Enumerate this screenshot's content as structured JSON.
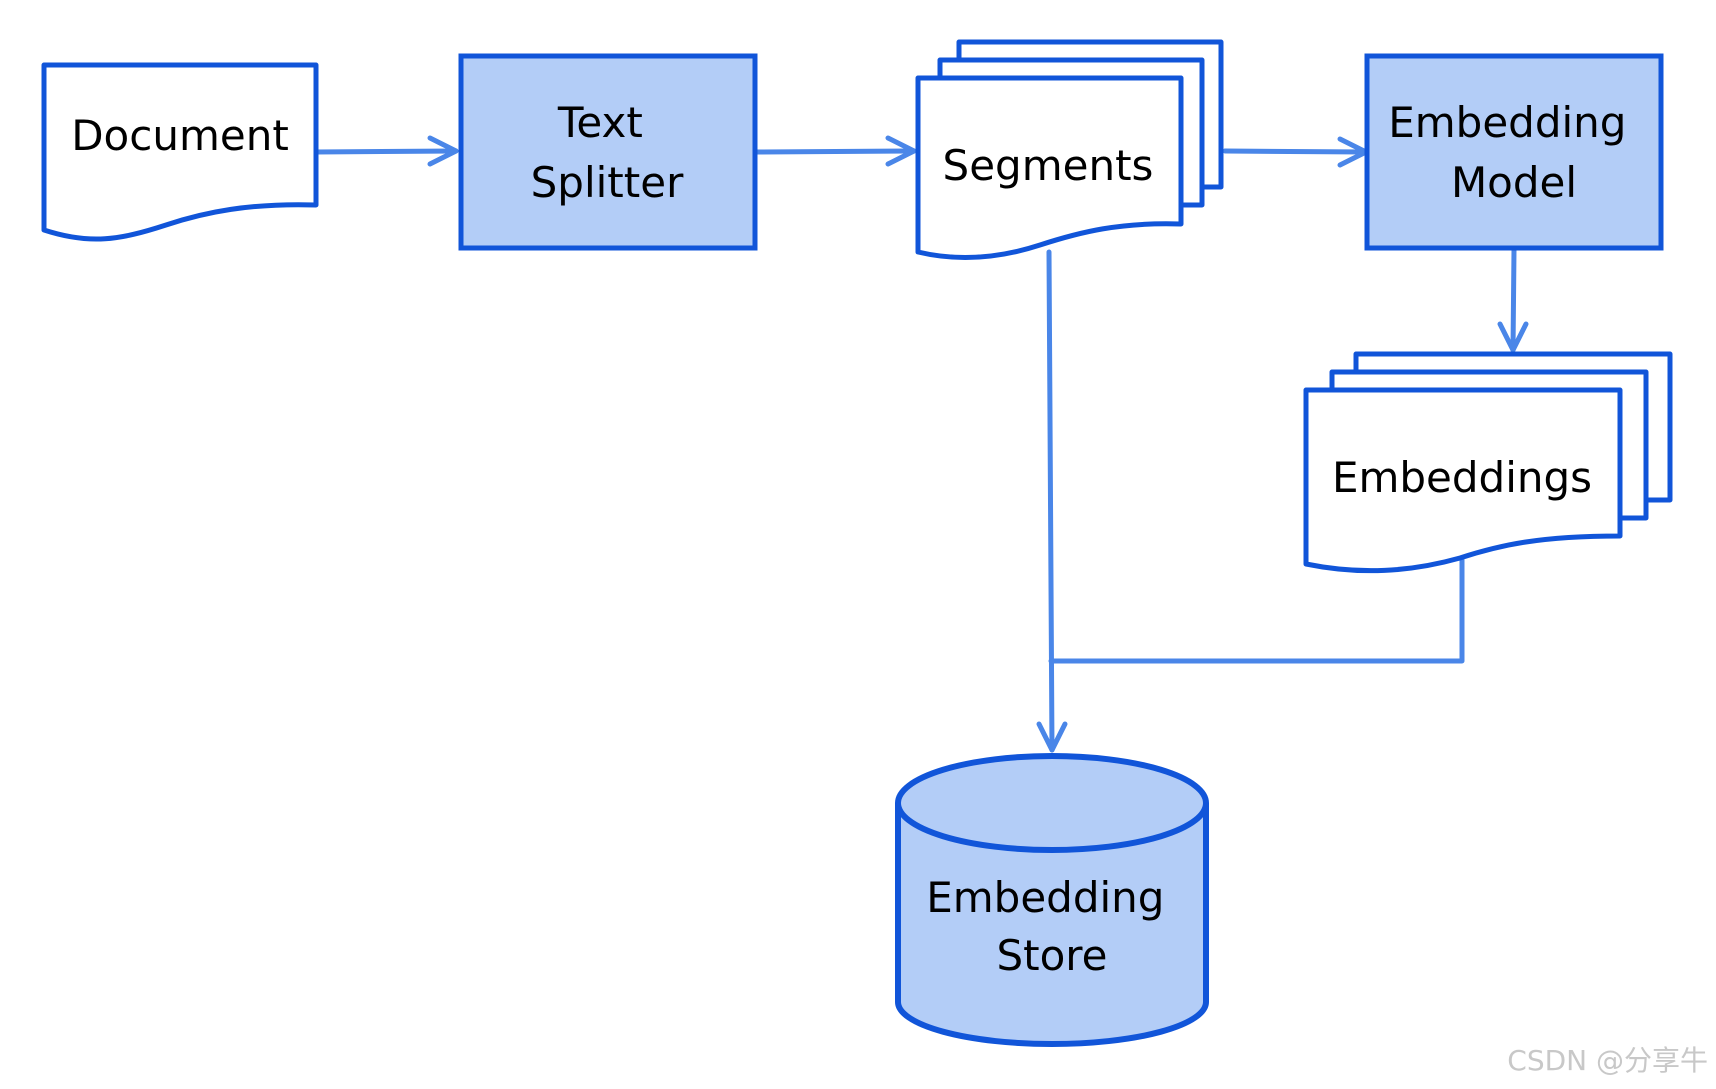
{
  "diagram": {
    "nodes": {
      "document": {
        "lines": [
          "Document"
        ]
      },
      "text_splitter": {
        "lines": [
          "Text",
          "Splitter"
        ]
      },
      "segments": {
        "lines": [
          "Segments"
        ]
      },
      "embedding_model": {
        "lines": [
          "Embedding",
          "Model"
        ]
      },
      "embeddings": {
        "lines": [
          "Embeddings"
        ]
      },
      "embedding_store": {
        "lines": [
          "Embedding",
          "Store"
        ]
      }
    },
    "edges": [
      {
        "from": "document",
        "to": "text_splitter"
      },
      {
        "from": "text_splitter",
        "to": "segments"
      },
      {
        "from": "segments",
        "to": "embedding_model"
      },
      {
        "from": "embedding_model",
        "to": "embeddings"
      },
      {
        "from": "segments",
        "to": "embedding_store"
      },
      {
        "from": "embeddings",
        "to": "embedding_store"
      }
    ]
  },
  "watermark": "CSDN @分享牛",
  "colors": {
    "stroke": "#1155d9",
    "fill": "#b3cdf7",
    "arrow": "#4a86e8",
    "text": "#000000"
  }
}
